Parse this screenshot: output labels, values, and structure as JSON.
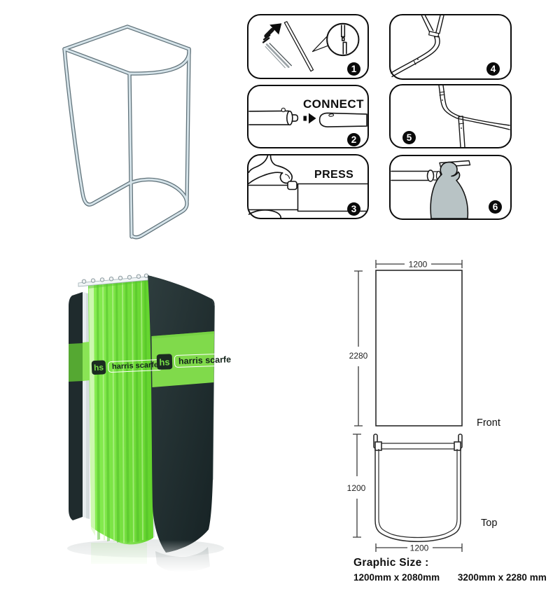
{
  "assembly": {
    "steps": [
      {
        "number": "1"
      },
      {
        "number": "2",
        "label": "CONNECT"
      },
      {
        "number": "3",
        "label": "PRESS"
      },
      {
        "number": "4"
      },
      {
        "number": "5"
      },
      {
        "number": "6"
      }
    ]
  },
  "brand": {
    "abbr": "hs",
    "name": "harris scarfe"
  },
  "dimension_views": {
    "front": {
      "width": "1200",
      "height": "2280",
      "label": "Front"
    },
    "top": {
      "depth": "1200",
      "width": "1200",
      "label": "Top"
    }
  },
  "graphic_size": {
    "heading": "Graphic Size :",
    "size_a": "1200mm x 2080mm",
    "size_b": "3200mm x 2280 mm"
  },
  "colors": {
    "curtain_green": "#76e140",
    "band_green": "#80da4b",
    "panel_dark": "#1c292b",
    "fabric_gray": "#b8c3c5",
    "tube_light": "#d5e3e9",
    "tube_dark": "#5e7078"
  }
}
